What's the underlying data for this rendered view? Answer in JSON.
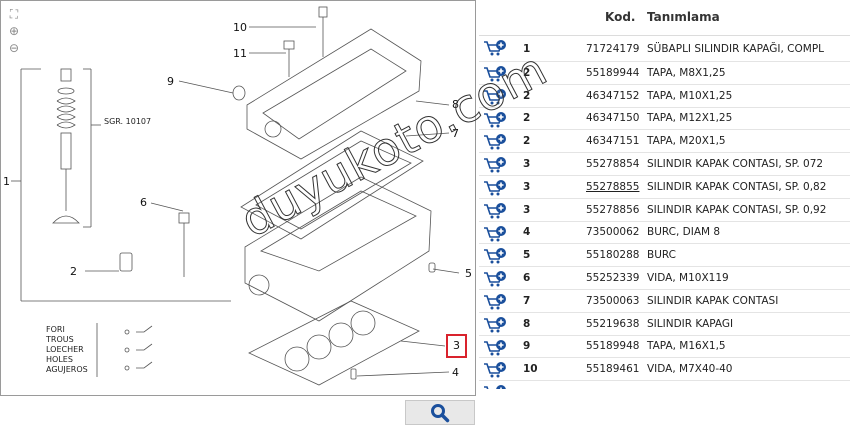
{
  "diagram": {
    "zoom_controls": [
      "⛶",
      "⊕",
      "⊖"
    ],
    "callouts": [
      "10",
      "11",
      "9",
      "8",
      "7",
      "1",
      "6",
      "2",
      "5",
      "4"
    ],
    "highlighted_callout": "3",
    "sgr_label": "SGR. 10107",
    "hole_labels": [
      "FORI",
      "TROUS",
      "LOECHER",
      "HOLES",
      "AGUJEROS"
    ]
  },
  "watermark": "duyukoto.com",
  "search_button": {
    "icon": "search-icon"
  },
  "table": {
    "headers": {
      "code": "Kod.",
      "description": "Tanımlama"
    },
    "rows": [
      {
        "qty": "1",
        "code": "71724179",
        "desc": "SÜBAPLI SILINDIR KAPAĞI, COMPL"
      },
      {
        "qty": "2",
        "code": "55189944",
        "desc": "TAPA, M8X1,25"
      },
      {
        "qty": "2",
        "code": "46347152",
        "desc": "TAPA, M10X1,25"
      },
      {
        "qty": "2",
        "code": "46347150",
        "desc": "TAPA, M12X1,25"
      },
      {
        "qty": "2",
        "code": "46347151",
        "desc": "TAPA, M20X1,5"
      },
      {
        "qty": "3",
        "code": "55278854",
        "desc": "SILINDIR KAPAK CONTASI, SP. 072"
      },
      {
        "qty": "3",
        "code": "55278855",
        "desc": "SILINDIR KAPAK CONTASI, SP. 0,82"
      },
      {
        "qty": "3",
        "code": "55278856",
        "desc": "SILINDIR KAPAK CONTASI, SP. 0,92"
      },
      {
        "qty": "4",
        "code": "73500062",
        "desc": "BURC, DIAM 8"
      },
      {
        "qty": "5",
        "code": "55180288",
        "desc": "BURC"
      },
      {
        "qty": "6",
        "code": "55252339",
        "desc": "VIDA, M10X119"
      },
      {
        "qty": "7",
        "code": "73500063",
        "desc": "SILINDIR KAPAK CONTASI"
      },
      {
        "qty": "8",
        "code": "55219638",
        "desc": "SILINDIR KAPAGI"
      },
      {
        "qty": "9",
        "code": "55189948",
        "desc": "TAPA, M16X1,5"
      },
      {
        "qty": "10",
        "code": "55189461",
        "desc": "VIDA, M7X40-40"
      }
    ],
    "add_to_cart_icon": "cart-add-icon",
    "accent_color": "#1a4f9c"
  }
}
